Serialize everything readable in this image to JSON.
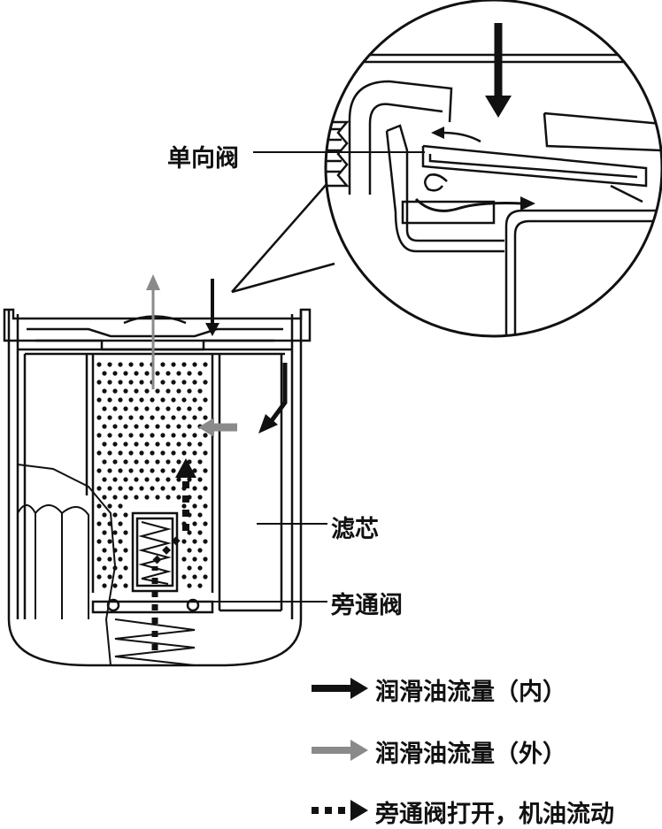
{
  "labels": {
    "check_valve": "单向阀",
    "filter_element": "滤芯",
    "bypass_valve": "旁通阀"
  },
  "legend": [
    {
      "text": "润滑油流量（内）",
      "style": "solid",
      "color": "#111111"
    },
    {
      "text": "润滑油流量（外）",
      "style": "solid",
      "color": "#8a8a8a"
    },
    {
      "text": "旁通阀打开，机油流动",
      "style": "dotted",
      "color": "#111111"
    }
  ]
}
